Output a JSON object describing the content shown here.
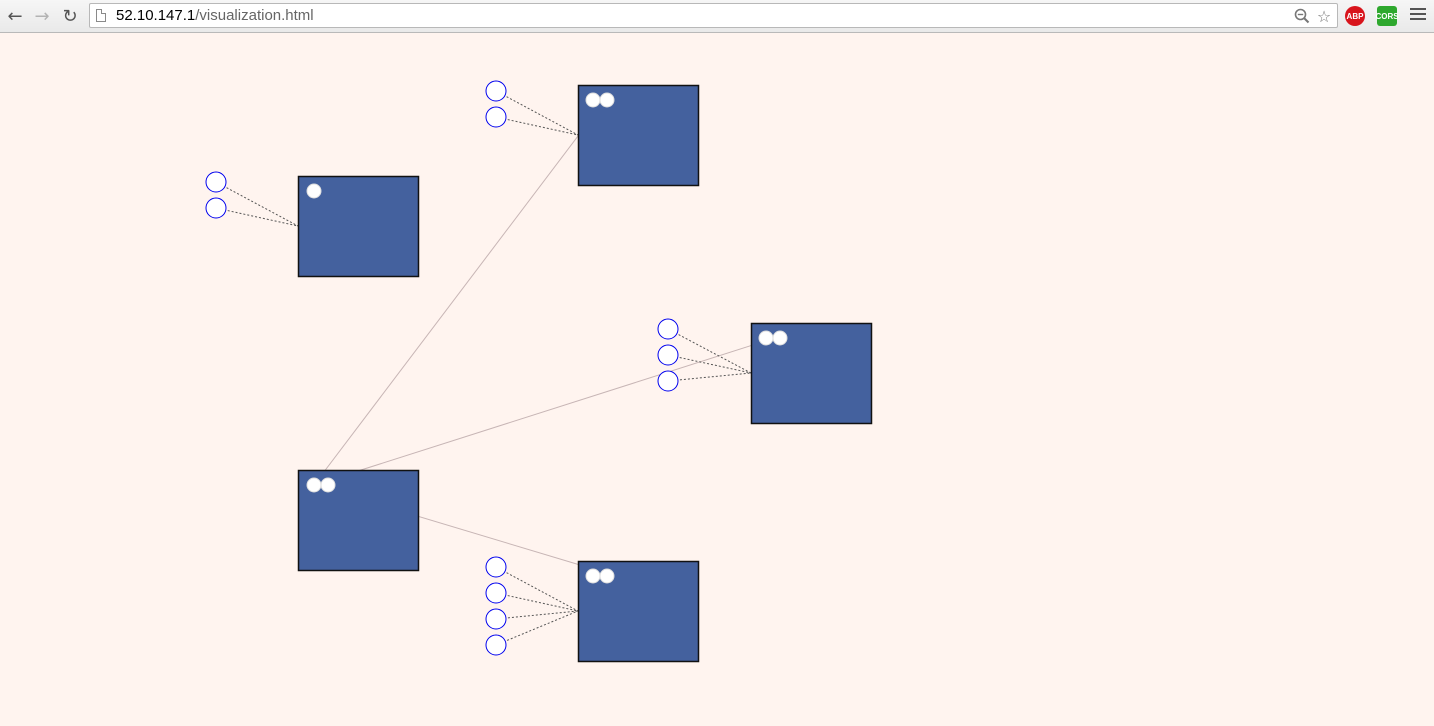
{
  "browser": {
    "url_host": "52.10.147.1",
    "url_path": "/visualization.html",
    "back_icon": "back-arrow-icon",
    "forward_icon": "forward-arrow-icon",
    "reload_icon": "reload-icon",
    "zoom_icon": "magnifier-icon",
    "bookmark_icon": "star-icon",
    "extensions": [
      {
        "name": "adblock-plus-icon",
        "label": "ABP",
        "color": "#d8141c"
      },
      {
        "name": "cors-icon",
        "label": "CORS",
        "color": "#2ea82e"
      }
    ],
    "menu_icon": "hamburger-menu-icon"
  },
  "diagram": {
    "colors": {
      "background": "#fff4ef",
      "box_fill": "#44619e",
      "box_stroke": "#111111",
      "port_stroke": "#0000ee",
      "port_fill": "#ffffff",
      "link": "#c7b5b5",
      "dashed_link": "#555555"
    },
    "nodes": [
      {
        "id": "node-a",
        "inner_dots": 1,
        "ports": 2
      },
      {
        "id": "node-b",
        "inner_dots": 2,
        "ports": 2
      },
      {
        "id": "node-c",
        "inner_dots": 2,
        "ports": 3
      },
      {
        "id": "node-d",
        "inner_dots": 2,
        "ports": 0
      },
      {
        "id": "node-e",
        "inner_dots": 2,
        "ports": 4
      }
    ],
    "links": [
      {
        "from": "node-d",
        "to": "node-b"
      },
      {
        "from": "node-d",
        "to": "node-c"
      },
      {
        "from": "node-d",
        "to": "node-e"
      }
    ]
  }
}
